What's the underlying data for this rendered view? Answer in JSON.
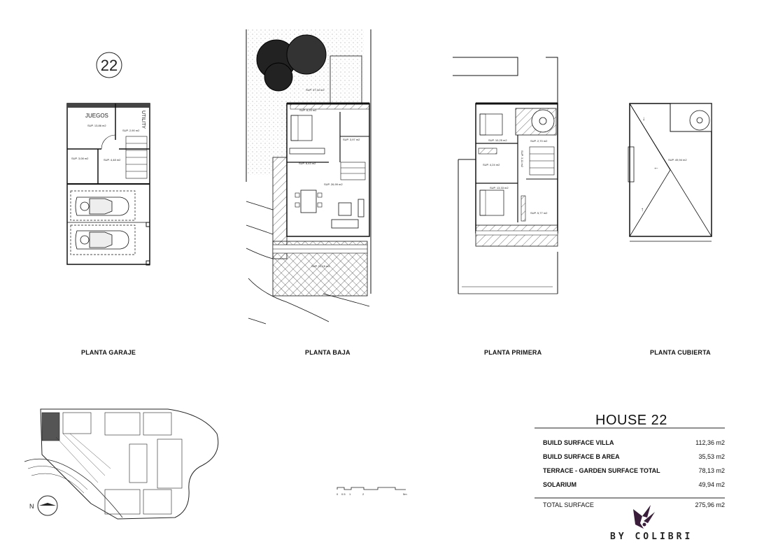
{
  "house_number": "22",
  "floor_labels": {
    "garage": "PLANTA GARAJE",
    "ground": "PLANTA BAJA",
    "first": "PLANTA PRIMERA",
    "roof": "PLANTA CUBIERTA"
  },
  "garage_plan": {
    "room_juegos": "JUEGOS",
    "room_utility": "UTILITY",
    "sup_juegos": "SUP. 13,86 m2",
    "sup_a": "SUP. 3,08 m2",
    "sup_b": "SUP. 4,48 m2",
    "sup_c": "SUP. 2,90 m2"
  },
  "ground_plan": {
    "sup_garden": "SUP. 37,34 m2",
    "sup_bedroom": "SUP. 8,25 m2",
    "sup_bath": "SUP. 3,97 m2",
    "sup_hall": "SUP. 6,43 m2",
    "sup_living": "SUP. 26,99 m2",
    "sup_terrace": "SUP. 21,15 m2"
  },
  "first_plan": {
    "sup_bed2": "SUP. 10,25 m2",
    "sup_bath1": "SUP. 4,24 m2",
    "sup_hall": "SUP. 3,11 m2",
    "sup_bed3": "SUP. 13,33 m2",
    "sup_bath2": "SUP. 5,77 m2",
    "sup_closet": "SUP. 2,70 m2"
  },
  "roof_plan": {
    "sup_solarium": "SUP. 49,94 m2"
  },
  "scale_bar": {
    "tick_0": "0",
    "tick_05": "0.5",
    "tick_1": "1",
    "tick_2": "2",
    "tick_5": "5m"
  },
  "north_label": "N",
  "summary": {
    "title": "HOUSE 22",
    "rows": [
      {
        "label": "BUILD SURFACE VILLA",
        "value": "112,36 m2"
      },
      {
        "label": "BUILD SURFACE B AREA",
        "value": "35,53 m2"
      },
      {
        "label": "TERRACE - GARDEN SURFACE TOTAL",
        "value": "78,13 m2"
      },
      {
        "label": "SOLARIUM",
        "value": "49,94 m2"
      }
    ],
    "total_label": "TOTAL SURFACE",
    "total_value": "275,96 m2"
  },
  "logo_text": "BY COLIBRI"
}
